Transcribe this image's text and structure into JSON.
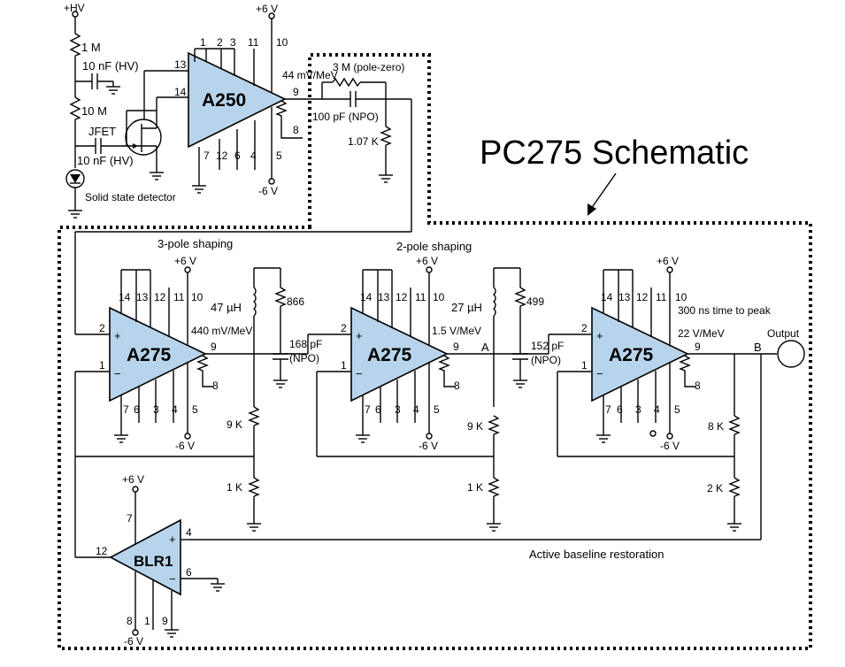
{
  "title": "PC275 Schematic",
  "amplifiers": {
    "a250": "A250",
    "a275_1": "A275",
    "a275_2": "A275",
    "a275_3": "A275",
    "blr1": "BLR1"
  },
  "supplies": {
    "hv": "+HV",
    "pos6": "+6 V",
    "neg6": "-6 V"
  },
  "components": {
    "r1m": "1 M",
    "c10nf_hv_top": "10 nF (HV)",
    "r10m": "10 M",
    "jfet": "JFET",
    "c10nf_hv_bot": "10 nF (HV)",
    "detector": "Solid state detector",
    "r3m": "3 M (pole-zero)",
    "c100pf": "100 pF (NPO)",
    "r107k": "1.07 K",
    "l47": "47 µH",
    "r866": "866",
    "c168": "168 pF",
    "npo": "(NPO)",
    "l27": "27 µH",
    "r499": "499",
    "c152": "152 pF",
    "r9k": "9 K",
    "r1k": "1 K",
    "r8k": "8 K",
    "r2k": "2 K"
  },
  "gains": {
    "a250": "44 mV/MeV",
    "a275_1": "440 mV/MeV",
    "a275_2": "1.5 V/MeV",
    "a275_3": "22 V/MeV"
  },
  "labels": {
    "three_pole": "3-pole shaping",
    "two_pole": "2-pole shaping",
    "time_to_peak": "300 ns time to peak",
    "output": "Output",
    "baseline": "Active baseline restoration",
    "node_a": "A",
    "node_b": "B"
  },
  "pins": {
    "a250_top": [
      "1",
      "2",
      "3",
      "11",
      "10"
    ],
    "a250_bottom": [
      "7",
      "12",
      "6",
      "4",
      "5"
    ],
    "a250_in": [
      "13",
      "14"
    ],
    "a250_out": [
      "9",
      "8"
    ],
    "a275_top": [
      "14",
      "13",
      "12",
      "11",
      "10"
    ],
    "a275_bottom": [
      "7",
      "6",
      "3",
      "4",
      "5"
    ],
    "a275_in": [
      "2",
      "1"
    ],
    "a275_out": [
      "9",
      "8"
    ],
    "blr_top": "7",
    "blr_in_plus": "4",
    "blr_left": "12",
    "blr_right": "6",
    "blr_bottom": [
      "8",
      "1",
      "9"
    ]
  },
  "polarity": {
    "plus": "+",
    "minus": "−"
  }
}
